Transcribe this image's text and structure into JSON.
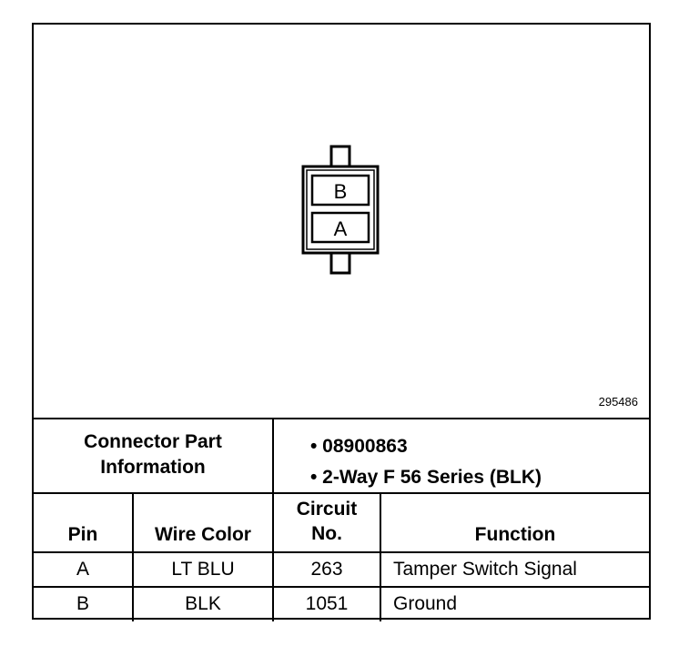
{
  "diagram": {
    "figure_number": "295486",
    "connector_cavities": [
      "B",
      "A"
    ]
  },
  "info": {
    "label": "Connector Part\nInformation",
    "bullets": [
      "•  08900863",
      "•  2-Way F 56 Series (BLK)"
    ]
  },
  "table": {
    "headers": {
      "pin": "Pin",
      "wire_color": "Wire Color",
      "circuit": "Circuit\nNo.",
      "function": "Function"
    },
    "rows": [
      {
        "pin": "A",
        "wire_color": "LT BLU",
        "circuit": "263",
        "function": "Tamper Switch Signal"
      },
      {
        "pin": "B",
        "wire_color": "BLK",
        "circuit": "1051",
        "function": "Ground"
      }
    ]
  }
}
